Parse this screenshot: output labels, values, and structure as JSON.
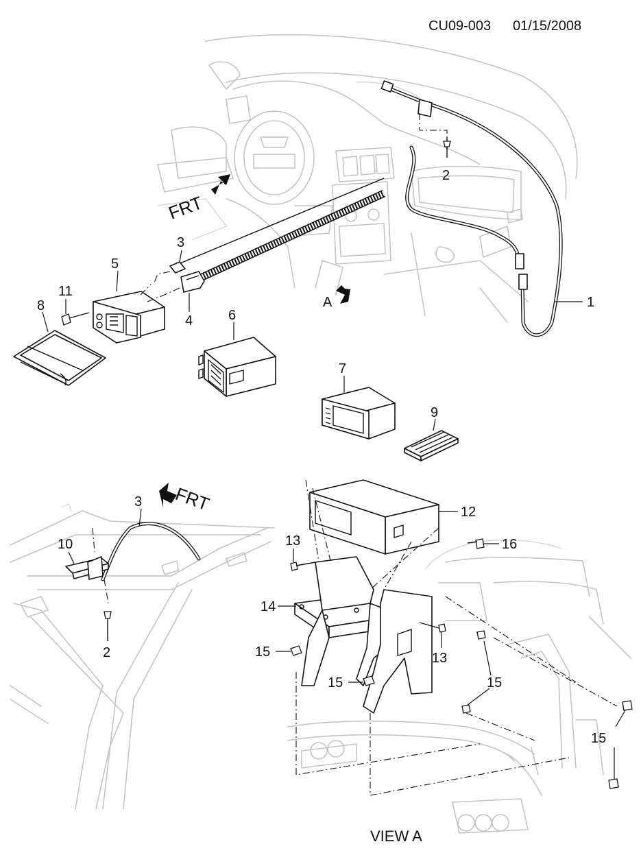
{
  "header": {
    "code": "CU09-003",
    "date": "01/15/2008"
  },
  "direction_labels": {
    "frt_upper": "FRT",
    "frt_lower": "FRT",
    "view_arrow": "A"
  },
  "view_label": "VIEW A",
  "callouts": {
    "p1": "1",
    "p2_top": "2",
    "p3_top": "3",
    "p4": "4",
    "p5": "5",
    "p6": "6",
    "p7": "7",
    "p8": "8",
    "p9": "9",
    "p11": "11",
    "p3_bottom": "3",
    "p10": "10",
    "p2_bottom": "2",
    "p12": "12",
    "p13_a": "13",
    "p13_b": "13",
    "p14": "14",
    "p16": "16",
    "p15_a": "15",
    "p15_b": "15",
    "p15_c": "15",
    "p15_d": "15"
  }
}
